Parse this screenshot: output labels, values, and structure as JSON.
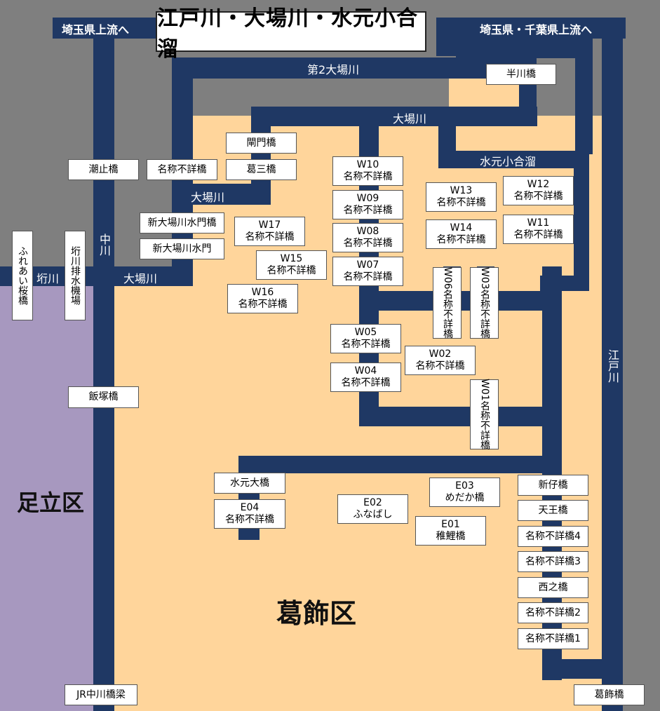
{
  "title": "江戸川・大場川・水元小合溜",
  "colors": {
    "river": "#1f3864",
    "katsushika_land": "#ffd59b",
    "adachi_land": "#a798bf",
    "other_land": "#7f7f7f"
  },
  "areas": {
    "adachi": "足立区",
    "katsushika": "葛飾区"
  },
  "rivers": {
    "upstream_saitama": "埼玉県上流へ",
    "upstream_saitama_chiba": "埼玉県・千葉県上流へ",
    "daini_oobagawa": "第2大場川",
    "oobagawa_top": "大場川",
    "mizumoto_koaidame": "水元小合溜",
    "oobagawa_mid": "大場川",
    "oobagawa_bottom": "大場川",
    "nakagawa": "中川",
    "kakegawa": "垳川",
    "edogawa": "江戸川"
  },
  "bridges": {
    "hankawa": "半川橋",
    "koumon": "閘門橋",
    "katsuzou": "葛三橋",
    "shiodome": "潮止橋",
    "unknown_west": "名称不詳橋",
    "shin_oobagawa_suimonkyo": "新大場川水門橋",
    "shin_oobagawa_suimon": "新大場川水門",
    "fureai": "ふれあい桜橋",
    "kakegawa_haisui": "垳川排水機場",
    "iizuka": "飯塚橋",
    "jr_nakagawa": "JR中川橋梁",
    "mizumoto_oohashi": "水元大橋",
    "shinjo": "新仔橋",
    "tennou": "天王橋",
    "unknown4": "名称不詳橋4",
    "unknown3": "名称不詳橋3",
    "nishino": "西之橋",
    "unknown2": "名称不詳橋2",
    "unknown1": "名称不詳橋1",
    "katsushika": "葛飾橋",
    "W10": {
      "code": "W10",
      "name": "名称不詳橋"
    },
    "W09": {
      "code": "W09",
      "name": "名称不詳橋"
    },
    "W08": {
      "code": "W08",
      "name": "名称不詳橋"
    },
    "W07": {
      "code": "W07",
      "name": "名称不詳橋"
    },
    "W05": {
      "code": "W05",
      "name": "名称不詳橋"
    },
    "W04": {
      "code": "W04",
      "name": "名称不詳橋"
    },
    "W02": {
      "code": "W02",
      "name": "名称不詳橋"
    },
    "W13": {
      "code": "W13",
      "name": "名称不詳橋"
    },
    "W14": {
      "code": "W14",
      "name": "名称不詳橋"
    },
    "W12": {
      "code": "W12",
      "name": "名称不詳橋"
    },
    "W11": {
      "code": "W11",
      "name": "名称不詳橋"
    },
    "W17": {
      "code": "W17",
      "name": "名称不詳橋"
    },
    "W15": {
      "code": "W15",
      "name": "名称不詳橋"
    },
    "W16": {
      "code": "W16",
      "name": "名称不詳橋"
    },
    "W06": "W06名称不詳橋",
    "W03": "W03名称不詳橋",
    "W01": "W01名称不詳橋",
    "E04": {
      "code": "E04",
      "name": "名称不詳橋"
    },
    "E02": {
      "code": "E02",
      "name": "ふなばし"
    },
    "E03": {
      "code": "E03",
      "name": "めだか橋"
    },
    "E01": {
      "code": "E01",
      "name": "稚鯉橋"
    }
  }
}
